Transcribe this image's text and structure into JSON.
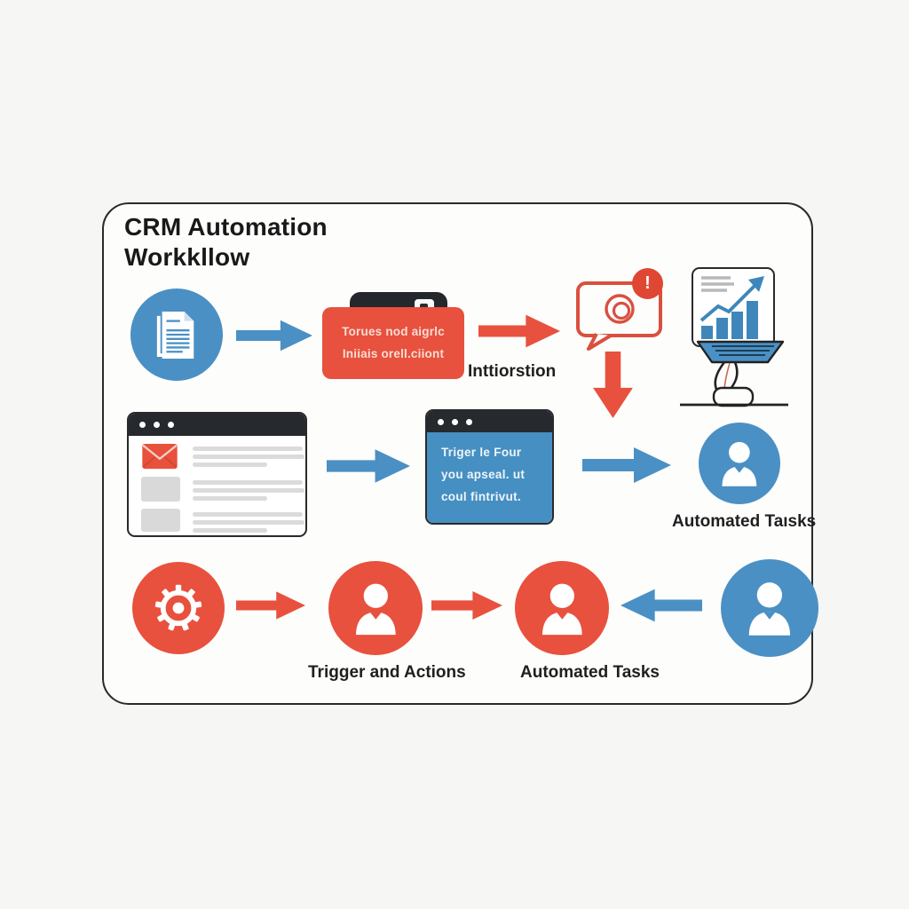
{
  "page": {
    "background": "#f6f6f4"
  },
  "card": {
    "background": "#fdfdfc",
    "border_color": "#2a2a2a"
  },
  "title": {
    "line1": "CRM Automation",
    "line2": "Workkllow"
  },
  "colors": {
    "blue": "#4a90c4",
    "red": "#e8513d",
    "dark_bar": "#26292d",
    "badge_red": "#df4733",
    "bubble_outline": "#d9503f",
    "gray_line": "#dbdbdb"
  },
  "icons": [
    "document-icon",
    "clipboard-clip-icon",
    "alert-bubble-icon",
    "notification-badge",
    "bar-chart-icon",
    "trophy-stand-icon",
    "browser-window-icon",
    "envelope-icon",
    "person-icon",
    "gear-icon",
    "arrow-right-icon",
    "arrow-down-icon",
    "arrow-left-icon"
  ],
  "row1": {
    "note_line1": "Torues nod aigrlc",
    "note_line2": "Iniiais orell.ciiont",
    "badge": "!",
    "bubble_label": "Inttiorstion"
  },
  "row2": {
    "note_line1": "Triger le Four",
    "note_line2": "you apseal. ut",
    "note_line3": "coul fintrivut.",
    "person_label": "Automated Taısks"
  },
  "row3": {
    "trigger_label": "Trigger and Actions",
    "automated_label": "Automated Tasks"
  }
}
